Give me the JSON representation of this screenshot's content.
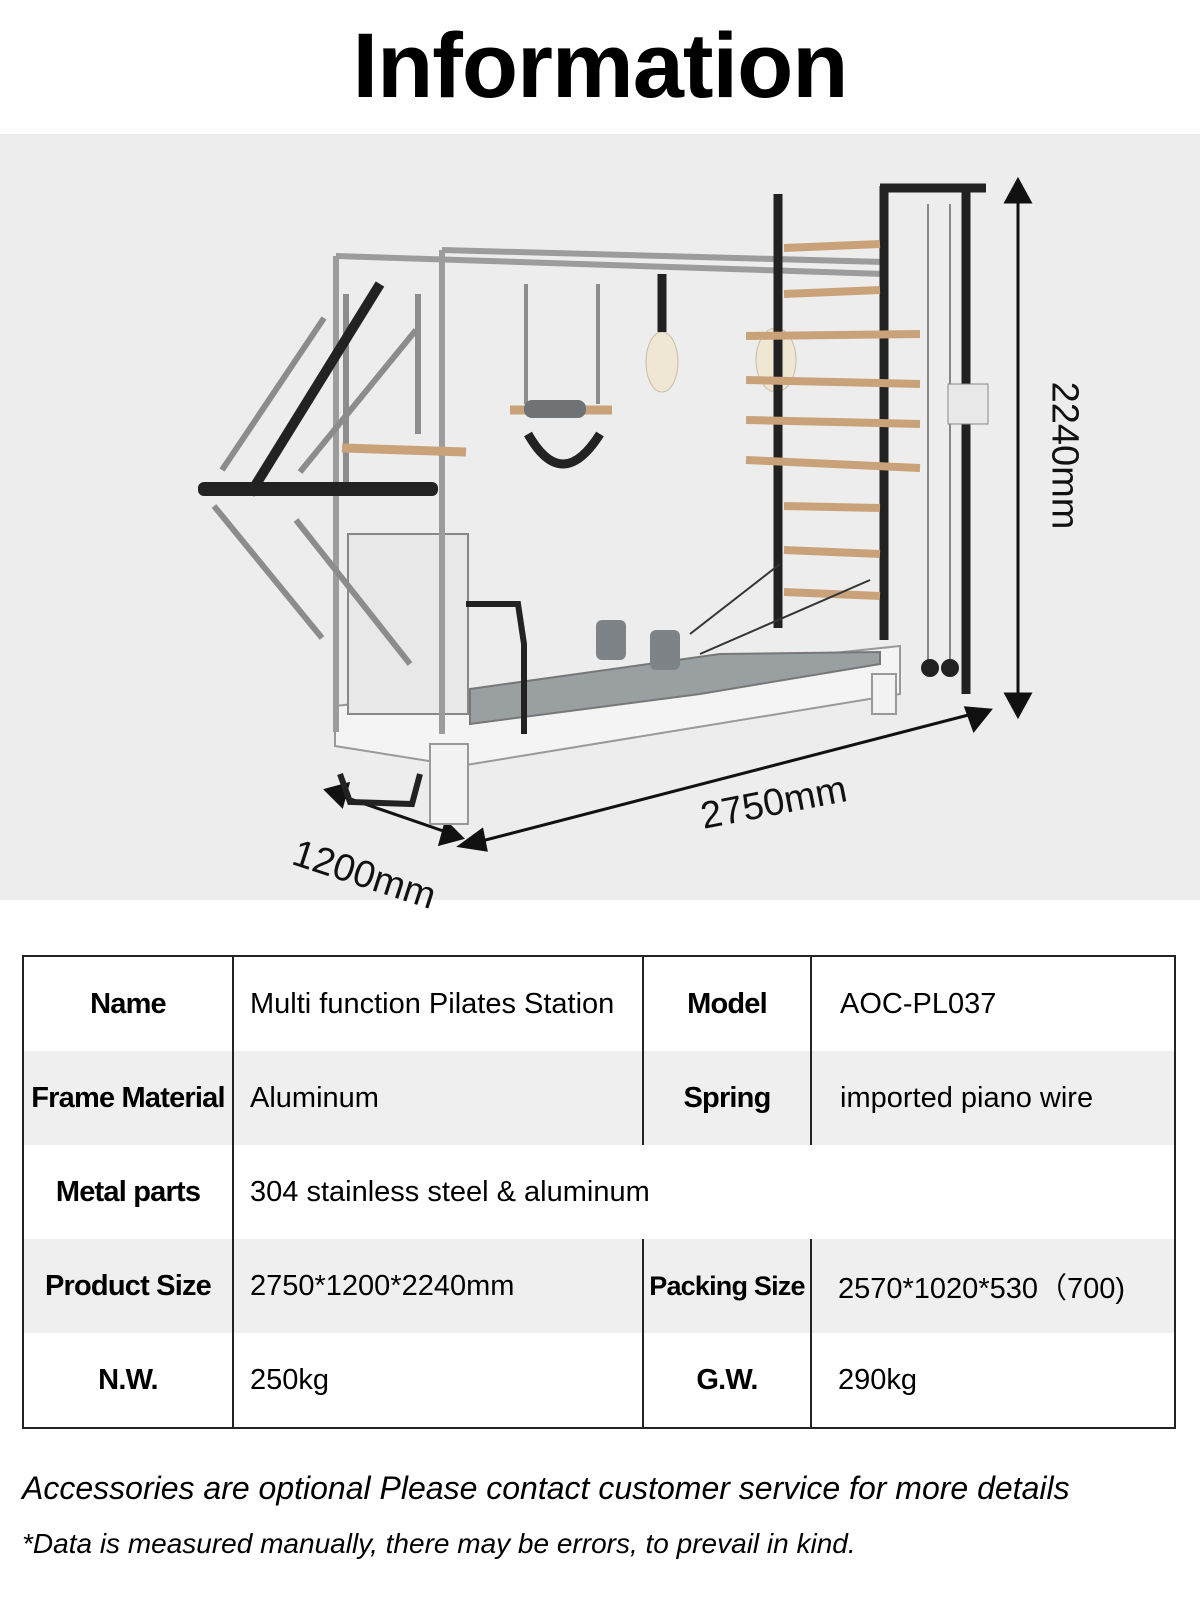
{
  "title": "Information",
  "dimensions": {
    "height": "2240mm",
    "length": "2750mm",
    "width": "1200mm"
  },
  "specs": [
    {
      "label1": "Name",
      "value1": "Multi function Pilates Station",
      "label2": "Model",
      "value2": "AOC-PL037"
    },
    {
      "label1": "Frame Material",
      "value1": "Aluminum",
      "label2": "Spring",
      "value2": "imported piano wire"
    },
    {
      "label1": "Metal parts",
      "value1": "304 stainless steel & aluminum"
    },
    {
      "label1": "Product Size",
      "value1": "2750*1200*2240mm",
      "label2": "Packing Size",
      "value2": "2570*1020*530（700)"
    },
    {
      "label1": "N.W.",
      "value1": "250kg",
      "label2": "G.W.",
      "value2": "290kg"
    }
  ],
  "notes": {
    "accessories": "Accessories are optional Please contact customer service for more details",
    "disclaimer": "*Data is measured manually, there may be errors, to prevail in kind."
  }
}
